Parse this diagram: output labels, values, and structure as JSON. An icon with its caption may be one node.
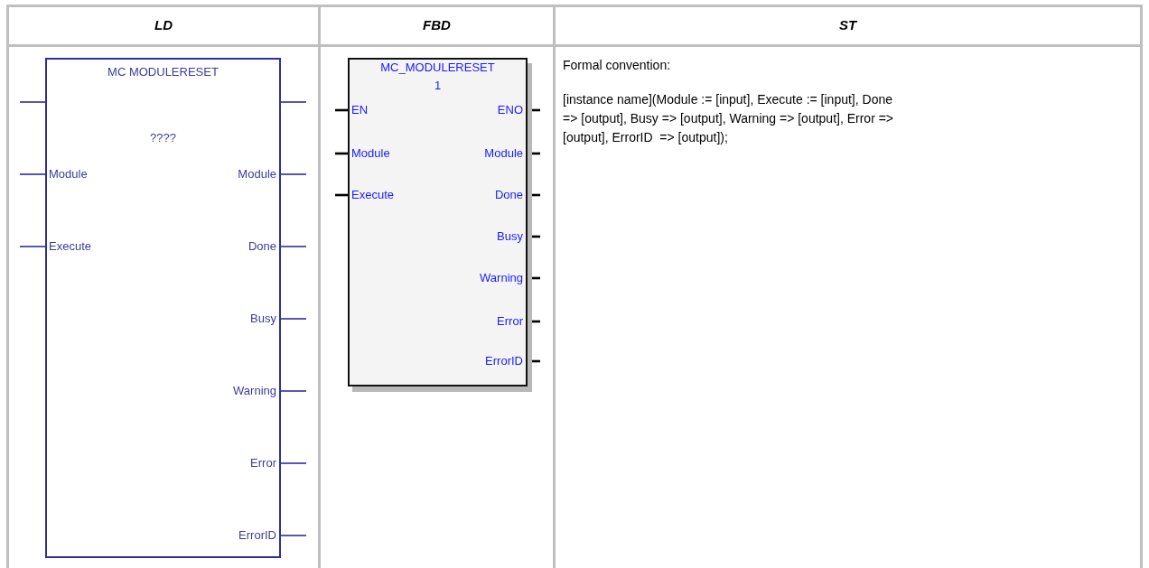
{
  "diagram": {
    "nodes": [
      {
        "text": [
          "MC MODULERESET",
          "????",
          "Module",
          "Module",
          "Execute",
          "Done",
          "Busy",
          "Warning",
          "Error",
          "ErrorID"
        ]
      },
      {
        "text": [
          "MC_MODULERESET",
          "1",
          "EN",
          "ENO",
          "Module",
          "Module",
          "Execute",
          "Done",
          "Busy",
          "Warning",
          "Error",
          "ErrorID"
        ]
      }
    ],
    "edges": [
      {
        "from": null,
        "to": 0,
        "arrow": "none",
        "color": "#2e2e9e"
      },
      {
        "from": null,
        "to": 0,
        "arrow": "none",
        "color": "#2e2e9e"
      },
      {
        "from": null,
        "to": 0,
        "arrow": "none",
        "color": "#2e2e9e"
      },
      {
        "from": 0,
        "to": null,
        "arrow": "none",
        "color": "#2e2e9e"
      },
      {
        "from": 0,
        "to": null,
        "arrow": "none",
        "color": "#2e2e9e"
      },
      {
        "from": 0,
        "to": null,
        "arrow": "none",
        "color": "#2e2e9e"
      },
      {
        "from": 0,
        "to": null,
        "arrow": "none",
        "color": "#2e2e9e"
      },
      {
        "from": 0,
        "to": null,
        "arrow": "none",
        "color": "#2e2e9e"
      },
      {
        "from": 0,
        "to": null,
        "arrow": "none",
        "color": "#2e2e9e"
      },
      {
        "from": 0,
        "to": null,
        "arrow": "none",
        "color": "#2e2e9e"
      },
      {
        "from": null,
        "to": 1,
        "arrow": "none",
        "color": "#000000"
      },
      {
        "from": null,
        "to": 1,
        "arrow": "none",
        "color": "#000000"
      },
      {
        "from": null,
        "to": 1,
        "arrow": "none",
        "color": "#000000"
      },
      {
        "from": 1,
        "to": null,
        "arrow": "none",
        "color": "#000000"
      },
      {
        "from": 1,
        "to": null,
        "arrow": "none",
        "color": "#000000"
      },
      {
        "from": 1,
        "to": null,
        "arrow": "none",
        "color": "#000000"
      },
      {
        "from": 1,
        "to": null,
        "arrow": "none",
        "color": "#000000"
      },
      {
        "from": 1,
        "to": null,
        "arrow": "none",
        "color": "#000000"
      },
      {
        "from": 1,
        "to": null,
        "arrow": "none",
        "color": "#000000"
      },
      {
        "from": 1,
        "to": null,
        "arrow": "none",
        "color": "#000000"
      }
    ],
    "labels": [
      "LD",
      "FBD",
      "ST",
      "Formal convention:",
      "[instance name](Module := [input], Execute := [input], Done => [output], Busy => [output], Warning => [output], Error => [output], ErrorID  => [output]);"
    ]
  }
}
